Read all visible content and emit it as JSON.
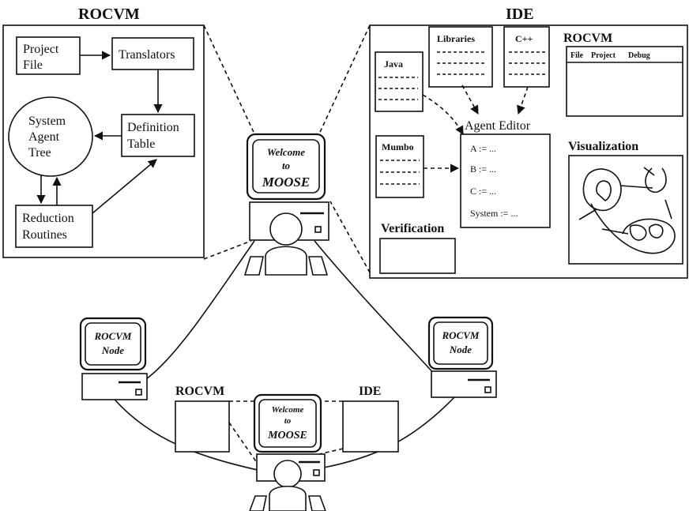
{
  "rocvm_panel": {
    "title": "ROCVM",
    "project_file_line1": "Project",
    "project_file_line2": "File",
    "translators": "Translators",
    "definition_table_line1": "Definition",
    "definition_table_line2": "Table",
    "system_agent_tree_line1": "System",
    "system_agent_tree_line2": "Agent",
    "system_agent_tree_line3": "Tree",
    "reduction_routines_line1": "Reduction",
    "reduction_routines_line2": "Routines"
  },
  "ide_panel": {
    "title": "IDE",
    "libraries": "Libraries",
    "cpp": "C++",
    "java": "Java",
    "mumbo": "Mumbo",
    "agent_editor": "Agent Editor",
    "editor_lines": [
      "A := ...",
      "B := ...",
      "C := ...",
      "System := ..."
    ],
    "verification": "Verification",
    "rocvm_window_title": "ROCVM",
    "rocvm_menu": [
      "File",
      "Project",
      "Debug"
    ],
    "visualization": "Visualization"
  },
  "central_workstation": {
    "screen_line1": "Welcome",
    "screen_line2": "to",
    "screen_line3": "MOOSE"
  },
  "left_node": {
    "line1": "ROCVM",
    "line2": "Node"
  },
  "right_node": {
    "line1": "ROCVM",
    "line2": "Node"
  },
  "bottom_workstation": {
    "screen_line1": "Welcome",
    "screen_line2": "to",
    "screen_line3": "MOOSE",
    "left_window_label": "ROCVM",
    "right_window_label": "IDE"
  }
}
